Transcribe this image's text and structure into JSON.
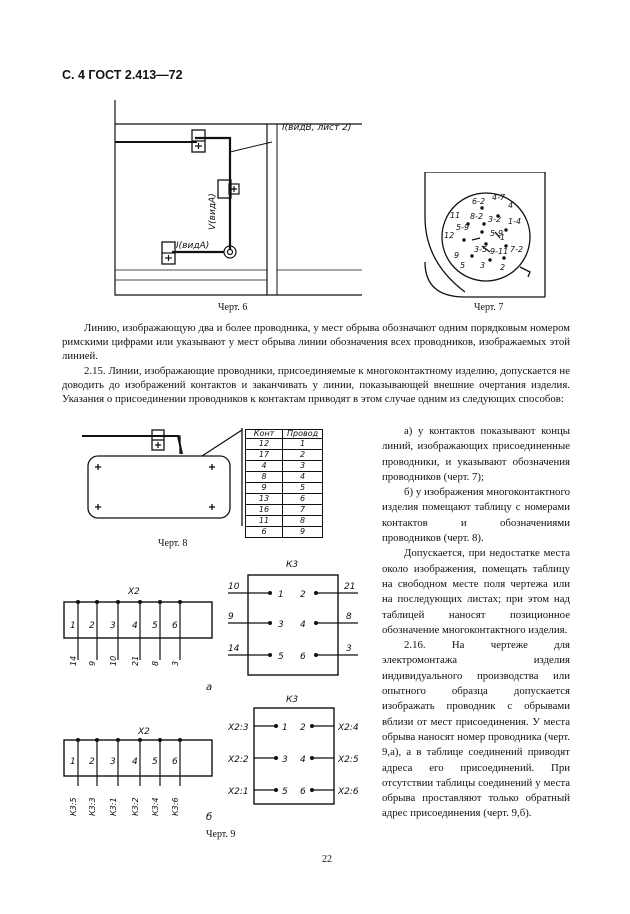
{
  "header": "С. 4 ГОСТ 2.413—72",
  "fig6": {
    "caption": "Черт. 6",
    "label_top": "I(видВ, лист 2)",
    "label_vert": "V(видА)",
    "label_left": "I(видА)"
  },
  "fig7": {
    "caption": "Черт. 7",
    "marks": [
      "6-2",
      "4-7",
      "4",
      "11",
      "8-2",
      "3-2",
      "1-4",
      "5-9",
      "12",
      "5-9",
      "9",
      "3-5",
      "5",
      "1",
      "7-2",
      "9-11",
      "3",
      "2"
    ]
  },
  "para1": "Линию, изображающую два и более проводника, у мест обрыва обозначают одним порядковым номером римскими цифрами или указывают у мест обрыва линии обозначения всех проводников, изображаемых этой линией.",
  "para2": "2.15. Линии, изображающие проводники, присоединяемые к многоконтактному изделию, допускается не доводить до изображений контактов и заканчивать у линии, показывающей внешние очертания изделия. Указания о присоединении проводников к контактам приводят в этом случае одним из следующих способов:",
  "fig8": {
    "caption": "Черт. 8",
    "table_headers": [
      "Конт",
      "Провод"
    ],
    "rows": [
      [
        "12",
        "1"
      ],
      [
        "17",
        "2"
      ],
      [
        "4",
        "3"
      ],
      [
        "8",
        "4"
      ],
      [
        "9",
        "5"
      ],
      [
        "13",
        "6"
      ],
      [
        "16",
        "7"
      ],
      [
        "11",
        "8"
      ],
      [
        "6",
        "9"
      ]
    ]
  },
  "right_col": {
    "a": "а) у контактов показывают концы линий, изображающих присоединенные проводники, и указывают обозначения проводников (черт. 7);",
    "b": "б) у изображения многоконтактного изделия помещают таблицу с номерами контактов и обозначениями проводников (черт. 8).",
    "c": "Допускается, при недостатке места около изображения, помещать таблицу на свободном месте поля чертежа или на последующих листах; при этом над таблицей наносят позиционное обозначение многоконтактного изделия.",
    "d": "2.16. На чертеже для электромонтажа изделия индивидуального производства или опытного образца допускается изображать проводник с обрывами вблизи от мест присоединения. У места обрыва наносят номер проводника (черт. 9,а), а в таблице соединений приводят адреса его присоединений. При отсутствии таблицы соединений у места обрыва проставляют только обратный адрес присоединения (черт. 9,б)."
  },
  "fig9": {
    "caption": "Черт. 9",
    "sub_a": "а",
    "sub_b": "б",
    "x2_label": "Х2",
    "k3_label": "К3",
    "x2_contacts": [
      "1",
      "2",
      "3",
      "4",
      "5",
      "6"
    ],
    "x2a_wires": [
      "14",
      "9",
      "10",
      "21",
      "8",
      "3"
    ],
    "k3a_contacts": [
      "1",
      "2",
      "3",
      "4",
      "5",
      "6"
    ],
    "k3a_left": [
      "10",
      "9",
      "14"
    ],
    "k3a_right": [
      "21",
      "8",
      "3"
    ],
    "x2b_wires": [
      "К3:5",
      "К3:3",
      "К3:1",
      "К3:2",
      "К3:4",
      "К3:6"
    ],
    "k3b_left": [
      "Х2:3",
      "Х2:2",
      "Х2:1"
    ],
    "k3b_right": [
      "Х2:4",
      "Х2:5",
      "Х2:6"
    ]
  },
  "page_number": "22"
}
